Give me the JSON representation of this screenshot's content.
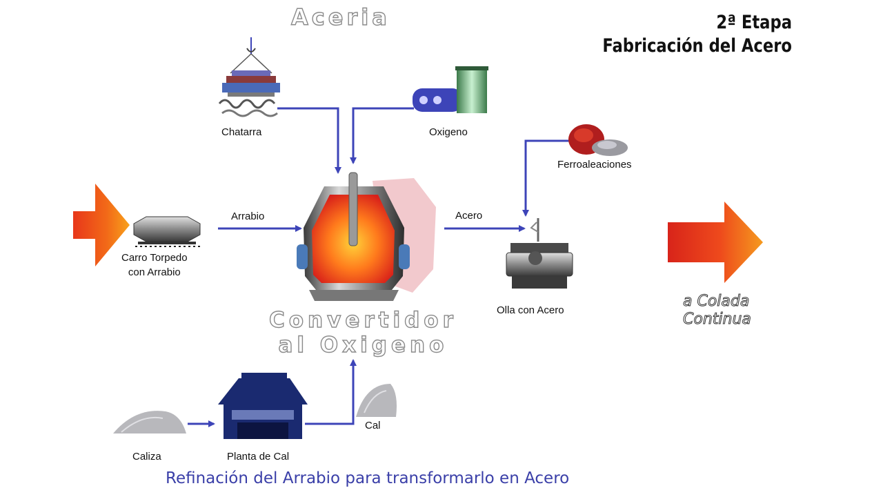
{
  "title_aceria": "Aceria",
  "stage": {
    "line1": "2ª Etapa",
    "line2": "Fabricación del Acero"
  },
  "nodes": {
    "chatarra": "Chatarra",
    "oxigeno": "Oxigeno",
    "ferroaleaciones": "Ferroaleaciones",
    "carro_line1": "Carro Torpedo",
    "carro_line2": "con Arrabio",
    "olla": "Olla con Acero",
    "caliza": "Caliza",
    "planta": "Planta de Cal",
    "cal": "Cal"
  },
  "edges": {
    "arrabio": "Arrabio",
    "acero": "Acero"
  },
  "converter": {
    "line1": "Convertidor",
    "line2": "al Oxigeno"
  },
  "colada": {
    "line1": "a Colada",
    "line2": "Continua"
  },
  "caption": "Refinación del Arrabio para transformarlo en Acero",
  "colors": {
    "arrow": "#3d44b8",
    "hot_metal": "#ff4a1a",
    "block_arrow": "#f26a18"
  }
}
